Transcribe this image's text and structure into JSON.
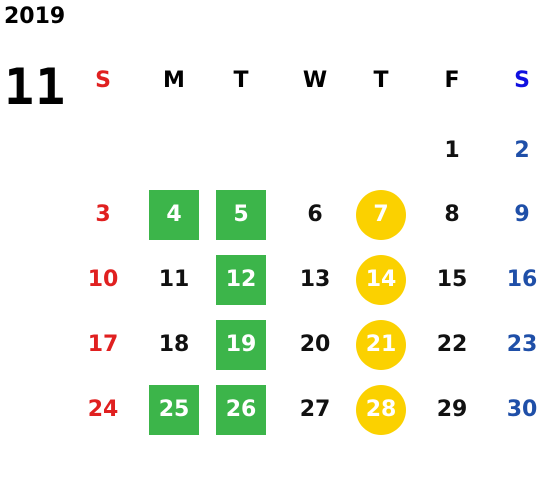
{
  "year": "2019",
  "month": "11",
  "colors": {
    "sunday": "#e02020",
    "saturday": "#1f4fa8",
    "saturday_header": "#1010e0",
    "highlight_green": "#3cb54a",
    "highlight_yellow": "#fbd100"
  },
  "weekdays": [
    "S",
    "M",
    "T",
    "W",
    "T",
    "F",
    "S"
  ],
  "weeks": [
    [
      null,
      null,
      null,
      null,
      null,
      {
        "day": "1"
      },
      {
        "day": "2"
      }
    ],
    [
      {
        "day": "3"
      },
      {
        "day": "4",
        "mark": "green"
      },
      {
        "day": "5",
        "mark": "green"
      },
      {
        "day": "6"
      },
      {
        "day": "7",
        "mark": "yellow"
      },
      {
        "day": "8"
      },
      {
        "day": "9"
      }
    ],
    [
      {
        "day": "10"
      },
      {
        "day": "11"
      },
      {
        "day": "12",
        "mark": "green"
      },
      {
        "day": "13"
      },
      {
        "day": "14",
        "mark": "yellow"
      },
      {
        "day": "15"
      },
      {
        "day": "16"
      }
    ],
    [
      {
        "day": "17"
      },
      {
        "day": "18"
      },
      {
        "day": "19",
        "mark": "green"
      },
      {
        "day": "20"
      },
      {
        "day": "21",
        "mark": "yellow"
      },
      {
        "day": "22"
      },
      {
        "day": "23"
      }
    ],
    [
      {
        "day": "24"
      },
      {
        "day": "25",
        "mark": "green"
      },
      {
        "day": "26",
        "mark": "green"
      },
      {
        "day": "27"
      },
      {
        "day": "28",
        "mark": "yellow"
      },
      {
        "day": "29"
      },
      {
        "day": "30"
      }
    ]
  ]
}
